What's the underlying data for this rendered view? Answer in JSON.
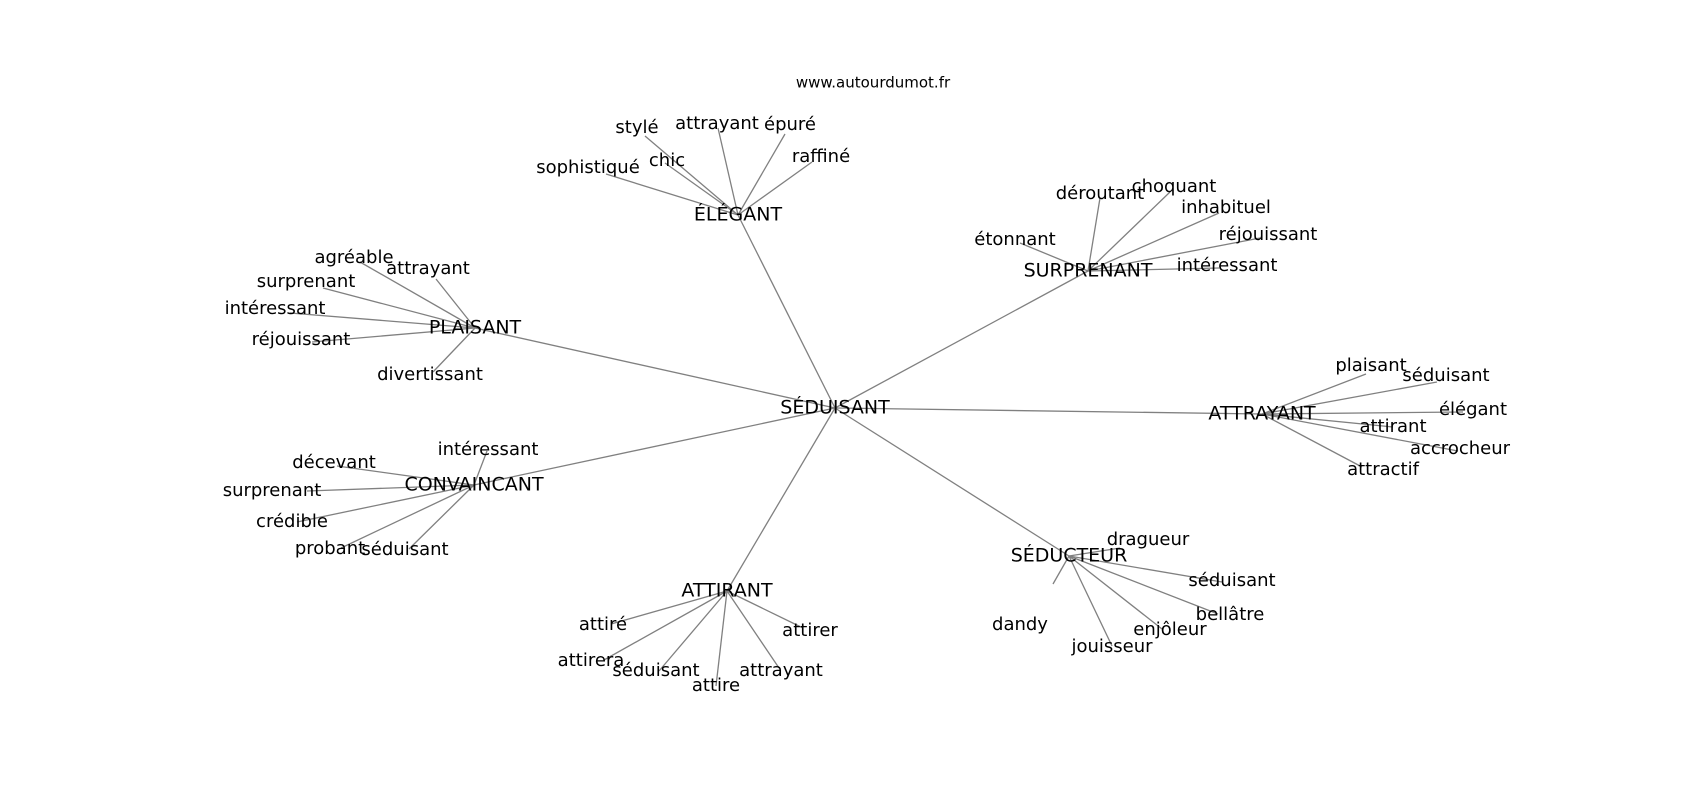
{
  "source": "www.autourdumot.fr",
  "center": "SÉDUISANT",
  "groups": [
    {
      "label": "ÉLÉGANT",
      "words": [
        "stylé",
        "attrayant",
        "épuré",
        "chic",
        "raffiné",
        "sophistiqué"
      ]
    },
    {
      "label": "SURPRENANT",
      "words": [
        "déroutant",
        "choquant",
        "inhabituel",
        "étonnant",
        "réjouissant",
        "intéressant"
      ]
    },
    {
      "label": "PLAISANT",
      "words": [
        "agréable",
        "attrayant",
        "surprenant",
        "intéressant",
        "réjouissant",
        "divertissant"
      ]
    },
    {
      "label": "ATTRAYANT",
      "words": [
        "plaisant",
        "séduisant",
        "élégant",
        "attirant",
        "accrocheur",
        "attractif"
      ]
    },
    {
      "label": "CONVAINCANT",
      "words": [
        "intéressant",
        "décevant",
        "surprenant",
        "crédible",
        "probant",
        "séduisant"
      ]
    },
    {
      "label": "SÉDUCTEUR",
      "words": [
        "dragueur",
        "séduisant",
        "bellâtre",
        "enjôleur",
        "dandy",
        "jouisseur"
      ]
    },
    {
      "label": "ATTIRANT",
      "words": [
        "attiré",
        "attirer",
        "attirera",
        "séduisant",
        "attire",
        "attrayant"
      ]
    }
  ]
}
